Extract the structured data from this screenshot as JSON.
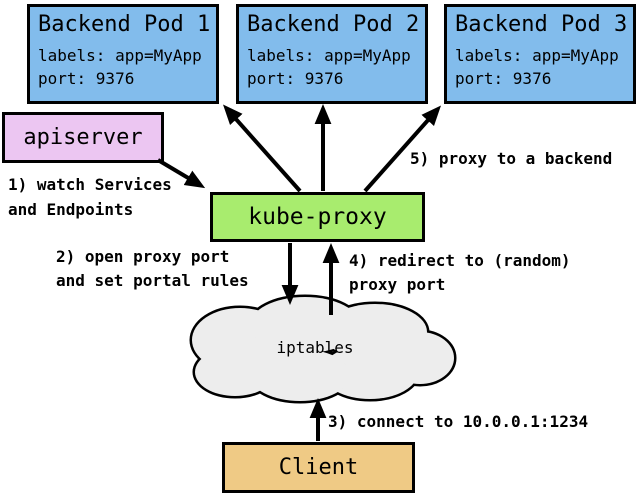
{
  "diagram": {
    "pods": [
      {
        "title": "Backend Pod 1",
        "labels": "labels: app=MyApp",
        "port": "port: 9376"
      },
      {
        "title": "Backend Pod 2",
        "labels": "labels: app=MyApp",
        "port": "port: 9376"
      },
      {
        "title": "Backend Pod 3",
        "labels": "labels: app=MyApp",
        "port": "port: 9376"
      }
    ],
    "nodes": {
      "apiserver": "apiserver",
      "kube_proxy": "kube-proxy",
      "iptables": "iptables",
      "client": "Client"
    },
    "annotations": {
      "step1": "1) watch Services\nand Endpoints",
      "step2": "2) open proxy port\nand set portal rules",
      "step3": "3) connect to 10.0.0.1:1234",
      "step4": "4) redirect to (random)\nproxy port",
      "step5": "5) proxy to a backend"
    },
    "colors": {
      "pod_fill": "#82BCEC",
      "apiserver_fill": "#ECC6F2",
      "kube_proxy_fill": "#A8EC6E",
      "iptables_fill": "#EDEDED",
      "client_fill": "#EFCA85",
      "outline": "#000000"
    }
  }
}
